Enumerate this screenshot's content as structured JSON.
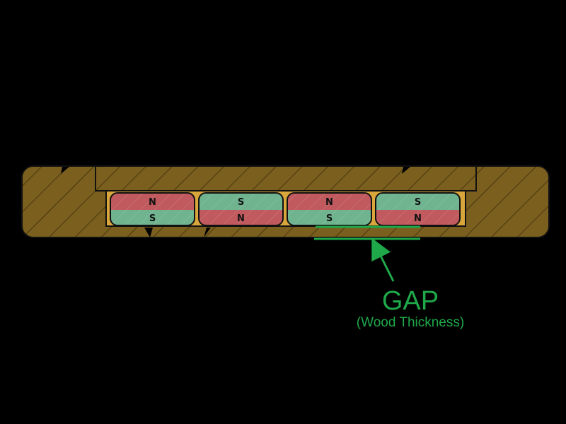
{
  "colors": {
    "background": "#000000",
    "wood": "#7a5f1e",
    "hatch": "#3b2d0a",
    "channel": "#d9a63c",
    "magnet_red": "#c05a5e",
    "magnet_green": "#6fb38f",
    "gap_green": "#1fa84a",
    "outline": "#111111"
  },
  "magnets": [
    {
      "top_pole": "N",
      "bottom_pole": "S"
    },
    {
      "top_pole": "S",
      "bottom_pole": "N"
    },
    {
      "top_pole": "N",
      "bottom_pole": "S"
    },
    {
      "top_pole": "S",
      "bottom_pole": "N"
    }
  ],
  "gap": {
    "title": "GAP",
    "subtitle": "(Wood Thickness)"
  }
}
